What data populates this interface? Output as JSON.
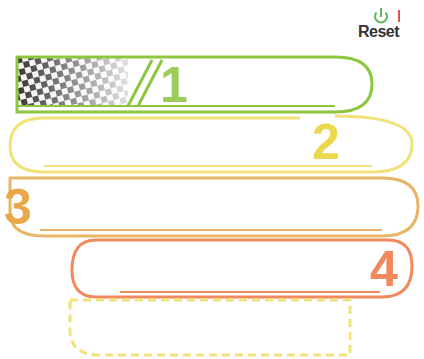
{
  "diagram": {
    "labels": [
      "Reset",
      "1",
      "2",
      "3",
      "4"
    ]
  }
}
